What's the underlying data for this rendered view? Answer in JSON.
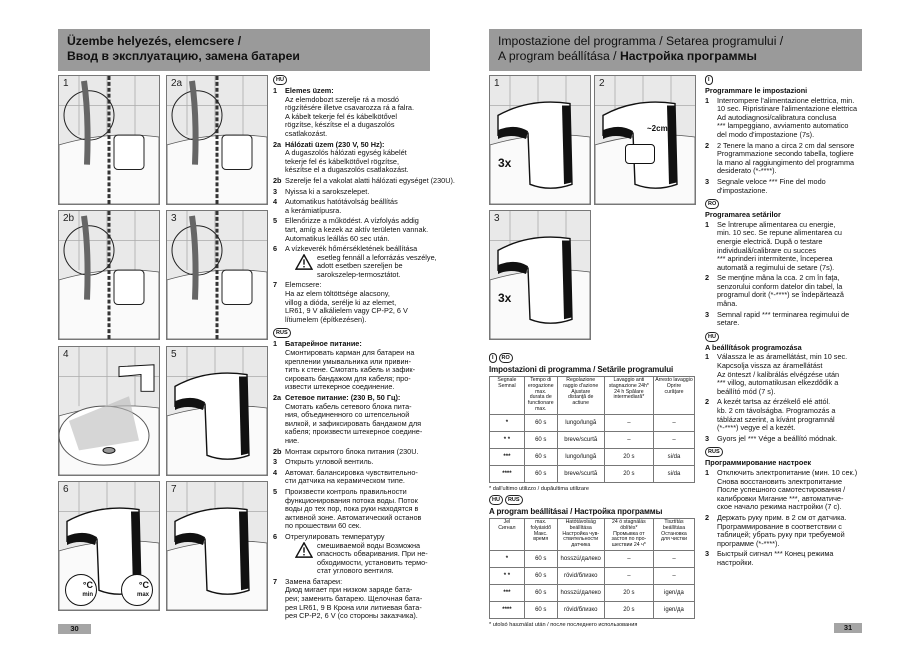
{
  "left": {
    "header": {
      "line1": "Üzembe helyezés, elemcsere /",
      "line2": "Ввод в эксплуатацию, замена батареи"
    },
    "figures": [
      {
        "label": "1"
      },
      {
        "label": "2a"
      },
      {
        "label": "2b"
      },
      {
        "label": "3"
      },
      {
        "label": "4"
      },
      {
        "label": "5"
      },
      {
        "label": "6",
        "min": "min",
        "max": "max",
        "deg": "°C"
      },
      {
        "label": "7"
      }
    ],
    "hu": {
      "lang": "HU",
      "items": [
        {
          "n": "1",
          "title": "Elemes üzem:",
          "body": "Az elemdobozt szerelje rá a mosdó\nrögzítésére illetve csavarozza rá a falra.\nA kábelt tekerje fel és kábelkötővel\nrögzítse, készítse el a dugaszolós\ncsatlakozást."
        },
        {
          "n": "2a",
          "title": "Hálózati üzem (230 V, 50 Hz):",
          "body": "A dugaszolós hálózati egység kábelét\ntekerje fel és kábelkötővel rögzítse,\nkészítse el a dugaszolós csatlakozást."
        },
        {
          "n": "2b",
          "title": "",
          "body": "Szerelje fel a vakolat alatti hálózati egységet (230U)."
        },
        {
          "n": "3",
          "title": "",
          "body": "Nyissa ki a sarokszelepet."
        },
        {
          "n": "4",
          "title": "",
          "body": "Automatikus hatótávolság beállítás\na kerámiatípusra."
        },
        {
          "n": "5",
          "title": "",
          "body": "Ellenőrizze a működést. A vízfolyás addig\ntart, amíg a kezek az aktív területen vannak.\nAutomatikus leállás 60 sec után."
        },
        {
          "n": "6",
          "title": "",
          "body": "A vízkeverék hőmérsékletének beállítása",
          "warn": "esetleg fennáll a leforrázás veszélye,\nadott esetben szereljen be\nsarokszelep-termosztátot."
        },
        {
          "n": "7",
          "title": "",
          "body": "Elemcsere:\nHa az elem töltöttsége alacsony,\nvillog a dióda, serélje ki az elemet,\nLR61, 9 V alkálielem vagy CP-P2, 6 V\nlítiumelem (építkezésen)."
        }
      ]
    },
    "ru": {
      "lang": "RUS",
      "items": [
        {
          "n": "1",
          "title": "Батарейное питание:",
          "body": "Смонтировать карман для батареи на\nкреплении умывальника или привин-\nтить к стене. Смотать кабель и зафик-\nсировать бандажом для кабеля; про-\nизвести штекерное соединение."
        },
        {
          "n": "2a",
          "title": "Сетевое питание: (230 В, 50 Гц):",
          "body": "Смотать кабель сетевого блока пита-\nния, объединенного со штепсельной\nвилкой, и зафиксировать бандажом для\nкабеля; произвести штекерное соедине-\nние."
        },
        {
          "n": "2b",
          "title": "",
          "body": "Монтаж скрытого блока питания (230U."
        },
        {
          "n": "3",
          "title": "",
          "body": "Открыть угловой вентиль."
        },
        {
          "n": "4",
          "title": "",
          "body": "Автомат. балансировка чувствительно-\nсти датчика на керамическом типе."
        },
        {
          "n": "5",
          "title": "",
          "body": "Произвести контроль правильности\nфункционирования потока воды. Поток\nводы до тех пор, пока руки находятся в\nактивной зоне. Автоматический останов\nпо прошествии 60 сек."
        },
        {
          "n": "6",
          "title": "",
          "body": "Отрегулировать температуру",
          "warn": "смешиваемой воды Возможна\nопасность обваривания. При не-\nобходимости, установить термо-\nстат углового вентиля."
        },
        {
          "n": "7",
          "title": "",
          "body": "Замена батареи:\nДиод мигает при низком заряде бата-\nреи; заменить батарею. Щелочная бата-\nрея LR61, 9 В Крона или литиевая бата-\nрея CP-P2, 6 V (со стороны заказчика)."
        }
      ]
    },
    "page": "30"
  },
  "right": {
    "header": {
      "line1": "Impostazione del programma / Setarea programului /",
      "line2a": "A program beállítása / ",
      "line2b": "Настройка программы"
    },
    "figures": [
      {
        "label": "1",
        "mult": "3x"
      },
      {
        "label": "2",
        "dist": "~2cm"
      },
      {
        "label": "3",
        "mult": "3x"
      }
    ],
    "table1": {
      "langs": [
        "I",
        "RO"
      ],
      "title": "Impostazioni di programma / Setările programului",
      "headers": [
        "Segnale\nSemnal",
        "Tempo di\nerogazione\nmax.\ndurata de\nfunctionare\nmax.",
        "Regolazione\nraggio d'azione\nAjustare\ndistanţă de\nactiune",
        "Lavaggio anti\nstagnazione 24h*\n24 h Spălare\nintermediară*",
        "Arresto lavaggio\nOprire\ncurăţare"
      ],
      "rows": [
        [
          "*",
          "60 s",
          "lungo/lungă",
          "–",
          "–"
        ],
        [
          "* *",
          "60 s",
          "breve/scurtă",
          "–",
          "–"
        ],
        [
          "***",
          "60 s",
          "lungo/lungă",
          "20 s",
          "si/da"
        ],
        [
          "****",
          "60 s",
          "breve/scurtă",
          "20 s",
          "si/da"
        ]
      ],
      "footnote": "* dall'ultimo utilizzo / dupăultima utilizare"
    },
    "table2": {
      "langs": [
        "HU",
        "RUS"
      ],
      "title": "A program beállításai / Настройка программы",
      "headers": [
        "Jel\nСигнал",
        "max.\nfolyásidő\nМакс.\nвремя",
        "Hatótávolság\nbeállítása\nНастройка чув-\nствительности\nдатчика",
        "24 ó stagnálás\nöblítés*\nПромывка от\nзастоя по про-\nшествии 24 ч*",
        "Tisztítás\nbeállítása\nОстановка\nдля чистки"
      ],
      "rows": [
        [
          "*",
          "60 s",
          "hosszú/далеко",
          "–",
          "–"
        ],
        [
          "* *",
          "60 s",
          "rövid/близко",
          "–",
          "–"
        ],
        [
          "***",
          "60 s",
          "hosszú/далеко",
          "20 s",
          "igen/да"
        ],
        [
          "****",
          "60 s",
          "rövid/близко",
          "20 s",
          "igen/да"
        ]
      ],
      "footnote": "* utolsó használat után / после последнего использования"
    },
    "it": {
      "lang": "I",
      "title": "Programmare le impostazioni",
      "items": [
        {
          "n": "1",
          "body": "Interrompere l'alimentazione elettrica, min.\n10 sec. Ripristinare l'alimentazione elettrica\nAd autodiagnosi/calibratura conclusa\n*** lampeggiano, avviamento automatico\ndel modo d'impostazione (7s)."
        },
        {
          "n": "2",
          "body": "2 Tenere la mano a circa 2 cm dal sensore\nProgrammazione secondo tabella, togliere\nla mano al raggiungimento del programma\ndesiderato (*-****)."
        },
        {
          "n": "3",
          "body": "Segnale veloce *** Fine del modo\nd'impostazione."
        }
      ]
    },
    "ro": {
      "lang": "RO",
      "title": "Programarea setărilor",
      "items": [
        {
          "n": "1",
          "body": "Se întrerupe alimentarea cu energie,\nmin. 10 sec. Se repune alimentarea cu\nenergie electrică. După o testare\nindividuală/calibrare cu succes\n*** aprinderi intermitente, începerea\nautomată a regimului de setare (7s)."
        },
        {
          "n": "2",
          "body": "Se menţine mâna la cca. 2 cm în faţa,\nsenzorului conform datelor din tabel, la\nprogramul dorit (*-****) se îndepărtează\nmâna."
        },
        {
          "n": "3",
          "body": "Semnal rapid *** terminarea regimului de\nsetare."
        }
      ]
    },
    "hu": {
      "lang": "HU",
      "title": "A beállítások programozása",
      "items": [
        {
          "n": "1",
          "body": "Válassza le as áramellátást, min 10 sec.\nKapcsolja vissza az áramellátást\nAz önteszt / kalibrálás elvégzése után\n*** villog, automatikusan elkezdődik a\nbeállító mód (7 s)."
        },
        {
          "n": "2",
          "body": "A kezét tartsa az érzékelő elé attól.\nkb. 2 cm távolságba. Programozás a\ntáblázat szerint, a kívánt programnál\n(*-****) vegye el a kezét."
        },
        {
          "n": "3",
          "body": "Gyors jel *** Vége a beállító módnak."
        }
      ]
    },
    "ru": {
      "lang": "RUS",
      "title": "Программирование настроек",
      "items": [
        {
          "n": "1",
          "body": "Отключить электропитание (мин. 10 сек.)\nСнова восстановить электропитание\nПосле успешного самотестирования /\nкалибровки Мигание ***, автоматиче-\nское начало режима настройки (7 с)."
        },
        {
          "n": "2",
          "body": "Держать руку прим. в 2 см от датчика.\nПрограммирование в соответствии с\nтаблицей; убрать руку при требуемой\nпрограмме (*-****)."
        },
        {
          "n": "3",
          "body": "Быстрый сигнал *** Конец режима\nнастройки."
        }
      ]
    },
    "page": "31"
  }
}
